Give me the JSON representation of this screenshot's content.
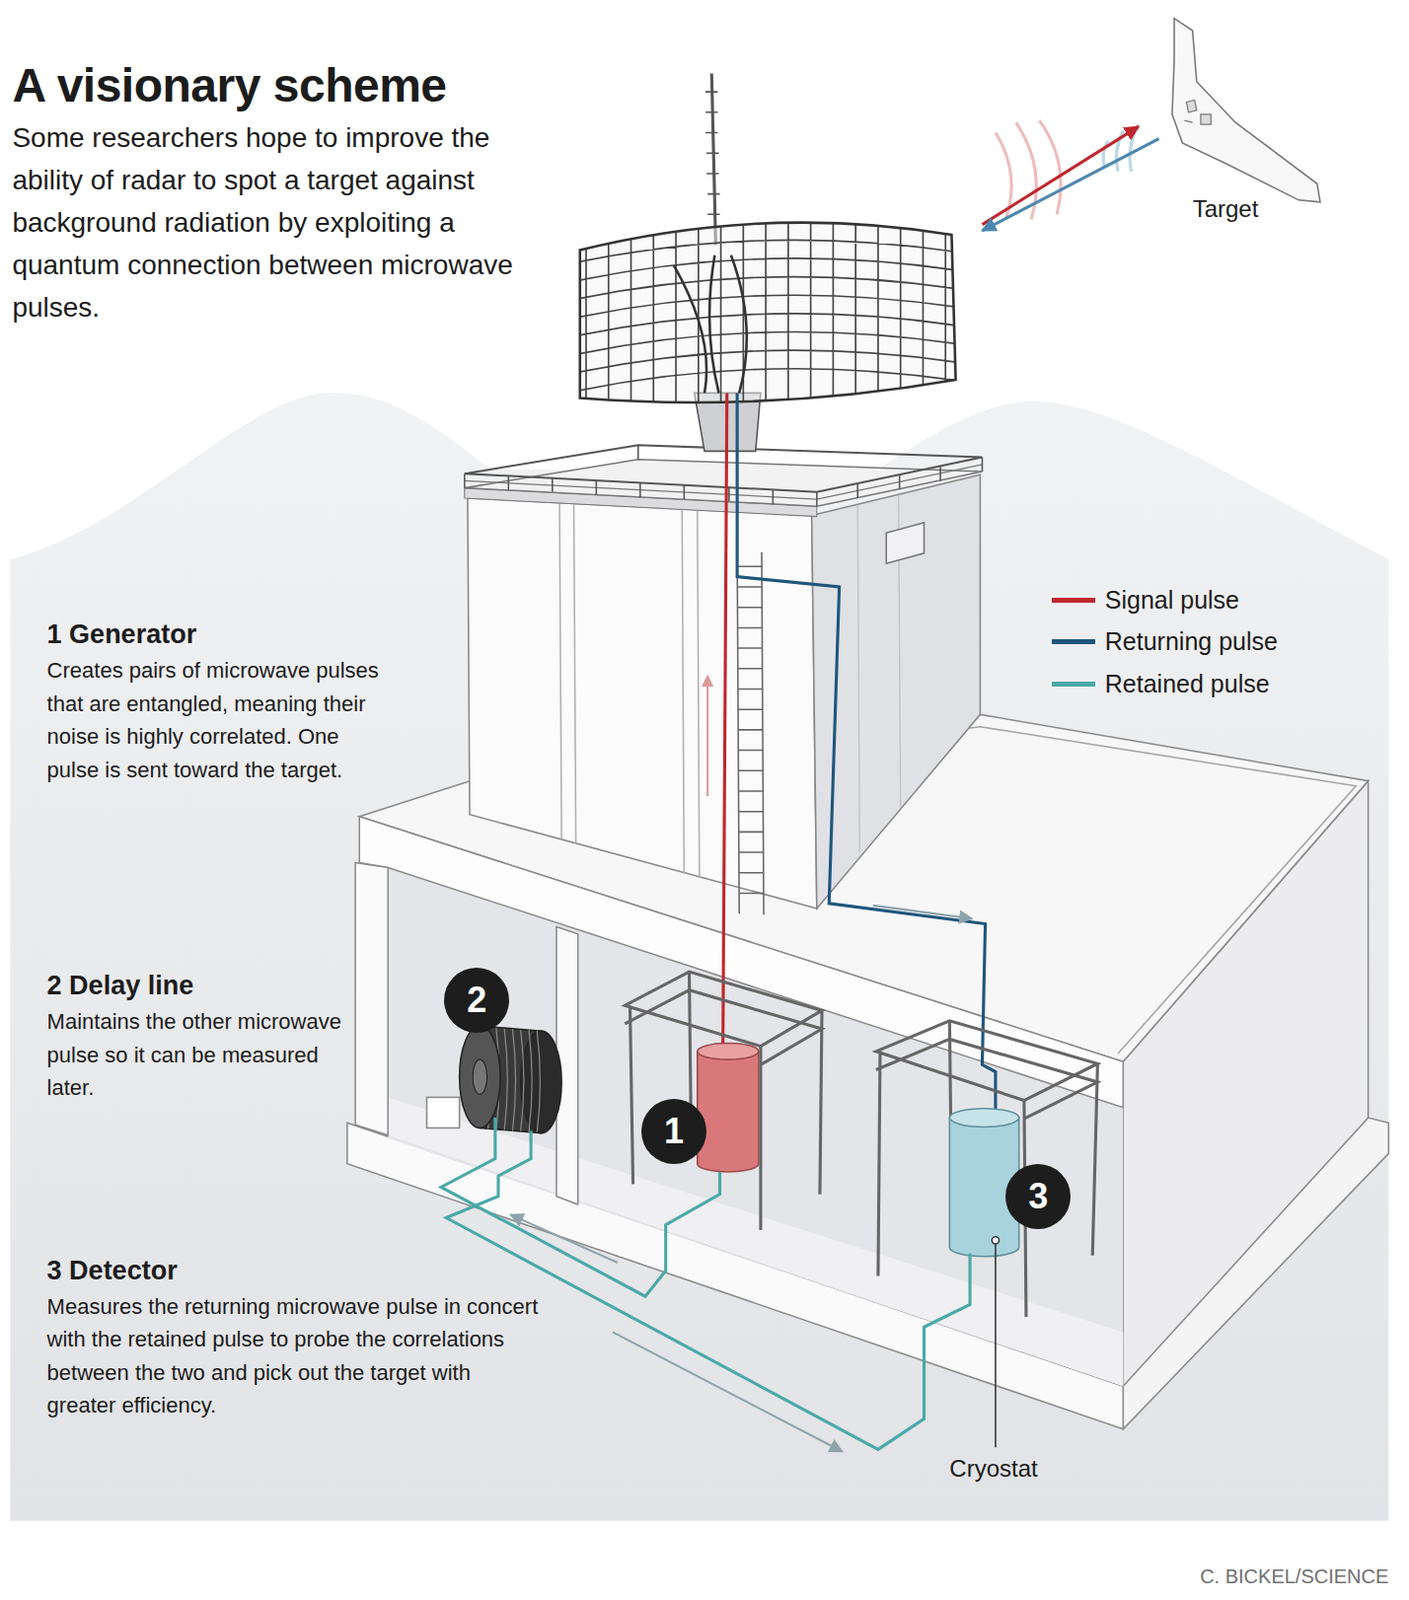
{
  "diagram": {
    "title": "A visionary scheme",
    "caption": "Some researchers hope to improve the ability of radar to spot a target against background radiation by exploiting a quantum connection between microwave pulses.",
    "nodes": [
      {
        "text": [
          "1"
        ]
      },
      {
        "text": [
          "2"
        ]
      },
      {
        "text": [
          "3"
        ]
      }
    ],
    "labels": [
      "1 Generator",
      "Creates pairs of microwave pulses that are entangled, meaning their noise is highly correlated. One pulse is sent toward the target.",
      "2 Delay line",
      "Maintains the other microwave pulse so it can be measured later.",
      "3 Detector",
      "Measures the returning microwave pulse in concert with the retained pulse to probe the correlations between the two and pick out the target with greater efficiency.",
      "Target",
      "Cryostat",
      "C. BICKEL/SCIENCE"
    ],
    "legend": [
      {
        "text": "Signal pulse",
        "color": "#c0272d"
      },
      {
        "text": "Returning pulse",
        "color": "#1f567c"
      },
      {
        "text": "Retained pulse",
        "color": "#4aa9a8"
      }
    ]
  }
}
